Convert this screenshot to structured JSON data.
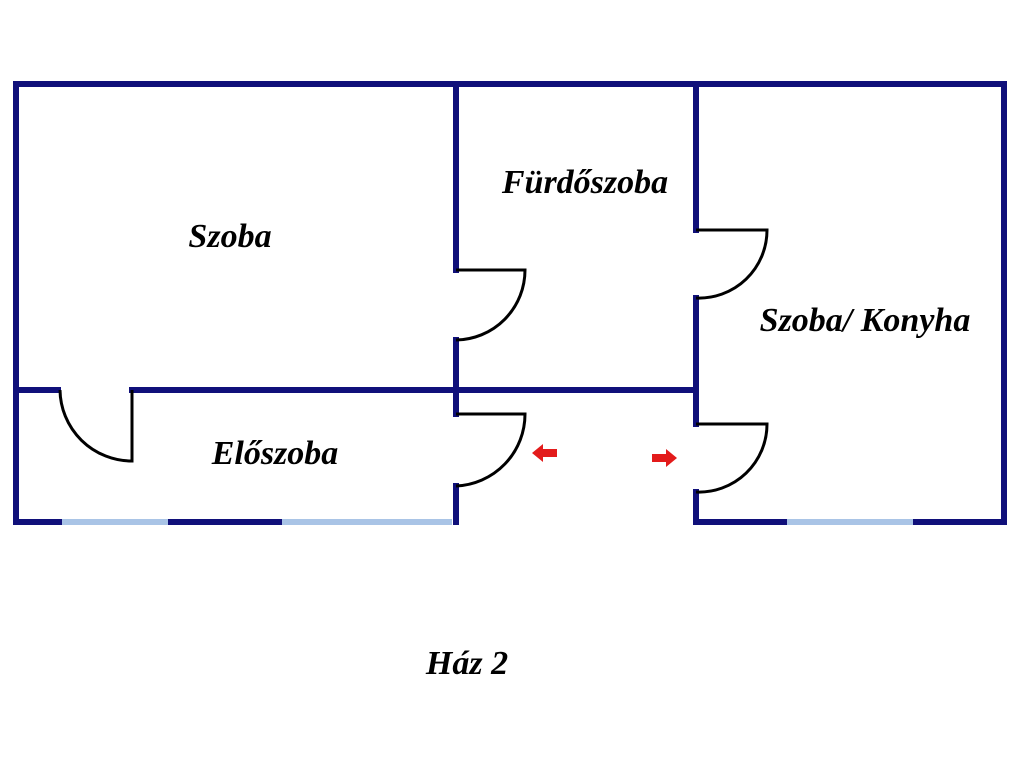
{
  "rooms": {
    "szoba": "Szoba",
    "furdoszoba": "Fürdőszoba",
    "szoba_konyha": "Szoba/ Konyha",
    "eloszoba": "Előszoba"
  },
  "caption": "Ház 2",
  "colors": {
    "wall": "#10107a",
    "window": "#a9c4e6",
    "door": "#000000",
    "arrow": "#e31b1b"
  }
}
